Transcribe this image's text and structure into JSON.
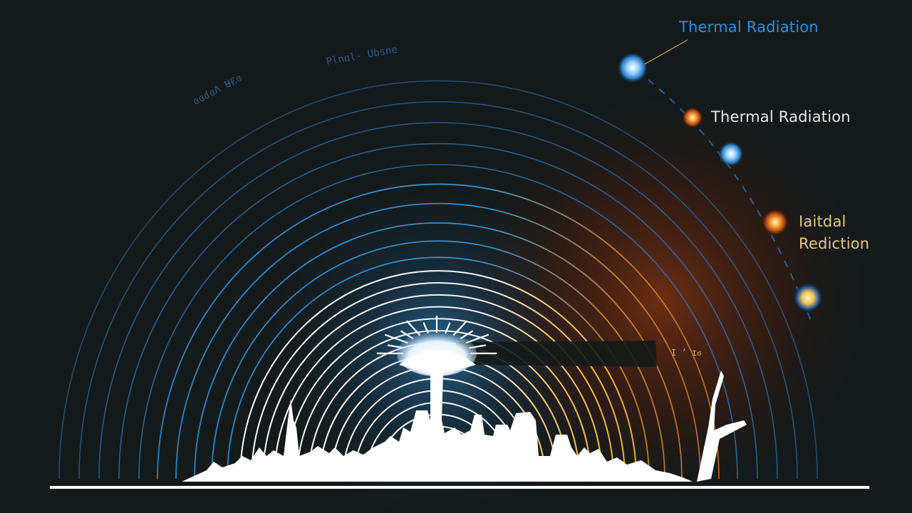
{
  "labels": {
    "top_blue": "Thermal Radiation",
    "middle_white": "Thermal Radiation",
    "lower_line1": "Iaitdal",
    "lower_line2": "Rediction"
  },
  "arc_texts": {
    "outer_left": "ɞɞɗɞɅ ɄɆɞ",
    "outer_mid": "Plnɑl- Ubsne"
  },
  "small_mark": "I ʼ ɪϭ",
  "colors": {
    "background": "#141a1a",
    "blue": "#2f8fd8",
    "white": "#f4f4f4",
    "orange": "#e6a640",
    "yellow_label": "#e3c880"
  },
  "icons": [
    "blue-orb-icon",
    "orange-orb-icon",
    "blue-orb-icon",
    "orange-orb-icon",
    "yellow-orb-icon"
  ]
}
